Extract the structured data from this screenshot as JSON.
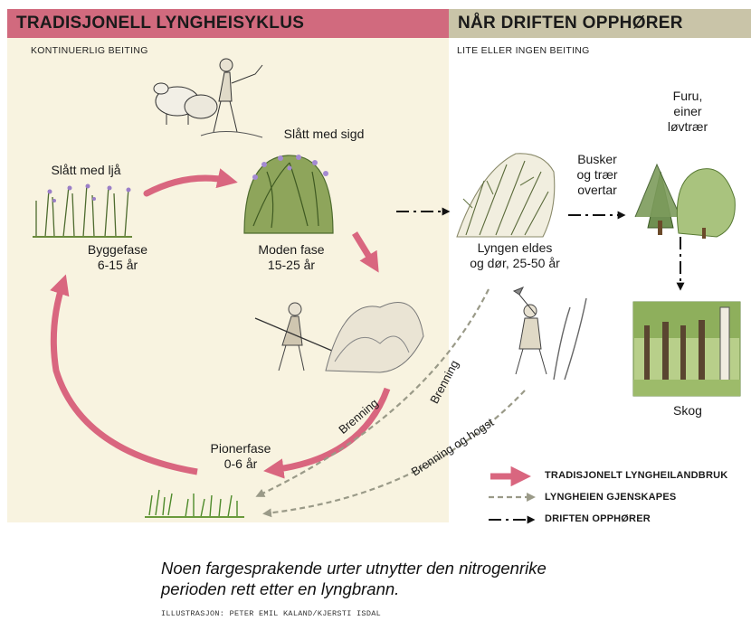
{
  "headers": {
    "left_title": "TRADISJONELL LYNGHEISYKLUS",
    "left_subtitle": "KONTINUERLIG BEITING",
    "right_title": "NÅR DRIFTEN OPPHØRER",
    "right_subtitle": "LITE ELLER INGEN BEITING"
  },
  "stages": {
    "slatt_sigd": "Slått med sigd",
    "slatt_lja": "Slått med ljå",
    "byggefase_line1": "Byggefase",
    "byggefase_line2": "6-15 år",
    "moden_line1": "Moden fase",
    "moden_line2": "15-25 år",
    "pioner_line1": "Pionerfase",
    "pioner_line2": "0-6 år",
    "brenning_cycle": "Brenning",
    "lyngen_line1": "Lyngen eldes",
    "lyngen_line2": "og dør, 25-50 år",
    "busker_line1": "Busker",
    "busker_line2": "og trær",
    "busker_line3": "overtar",
    "furu_line1": "Furu,",
    "furu_line2": "einer",
    "furu_line3": "løvtrær",
    "skog": "Skog",
    "brenning_diag": "Brenning",
    "brenning_hogst": "Brenning og hogst"
  },
  "legend": {
    "item1": "TRADISJONELT LYNGHEILANDBRUK",
    "item2": "LYNGHEIEN GJENSKAPES",
    "item3": "DRIFTEN OPPHØRER"
  },
  "colors": {
    "pink": "#d9667f",
    "header_pink": "#d16a7e",
    "header_gray": "#c9c4a8",
    "gray_dash": "#9a9a88",
    "panel_bg": "#f8f3e0"
  },
  "caption": {
    "line1": "Noen fargesprakende urter utnytter den nitrogenrike",
    "line2": "perioden rett etter en lyngbrann."
  },
  "credit": "ILLUSTRASJON: PETER EMIL KALAND/KJERSTI ISDAL"
}
